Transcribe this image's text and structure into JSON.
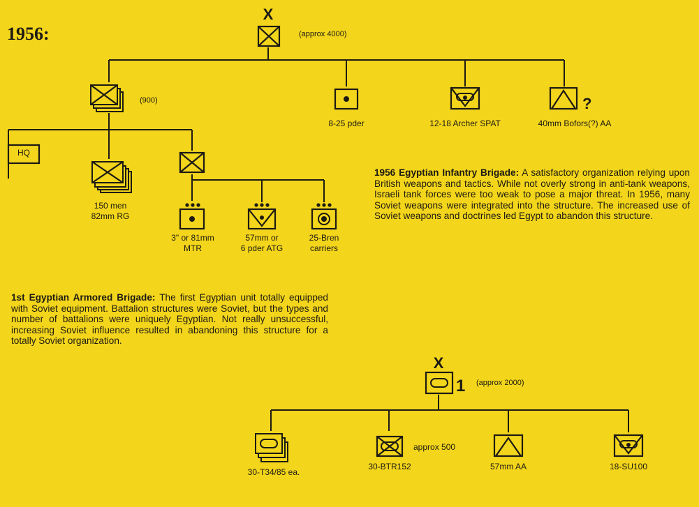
{
  "heading": "1956:",
  "top_tree": {
    "root": {
      "echelon": "X",
      "note": "(approx 4000)"
    },
    "battalion": {
      "note": "(900)"
    },
    "hq": "HQ",
    "rifle_companies": {
      "line1": "150 men",
      "line2": "82mm RG"
    },
    "weapons_company": {
      "mortar": {
        "line1": "3\" or 81mm",
        "line2": "MTR"
      },
      "atg": {
        "line1": "57mm or",
        "line2": "6 pder ATG"
      },
      "carriers": {
        "line1": "25-Bren",
        "line2": "carriers"
      }
    },
    "artillery": "8-25 pder",
    "spat": "12-18 Archer SPAT",
    "aa": {
      "label": "40mm Bofors(?) AA",
      "mark": "?"
    }
  },
  "infantry_text": {
    "title": "1956 Egyptian Infantry Brigade:",
    "body": "A satisfactory organization relying upon British weapons and tactics. While not overly strong in anti-tank weapons, Israeli tank forces were too weak to pose a major threat. In 1956, many Soviet weapons were integrated into the structure. The increased use of Soviet weapons and doctrines led Egypt to abandon this structure."
  },
  "armored_text": {
    "title": "1st Egyptian Armored Brigade:",
    "body": "The first Egyptian unit totally equipped with Soviet equipment. Battalion structures were Soviet, but the types and number of battalions were uniquely Egyptian. Not really unsuccessful, increasing Soviet influence resulted in abandoning this structure for a totally Soviet organization."
  },
  "bottom_tree": {
    "root": {
      "echelon": "X",
      "number": "1",
      "note": "(approx 2000)"
    },
    "tanks": "30-T34/85 ea.",
    "apc": {
      "label": "30-BTR152",
      "note": "approx 500"
    },
    "aa": "57mm AA",
    "sp": "18-SU100"
  }
}
